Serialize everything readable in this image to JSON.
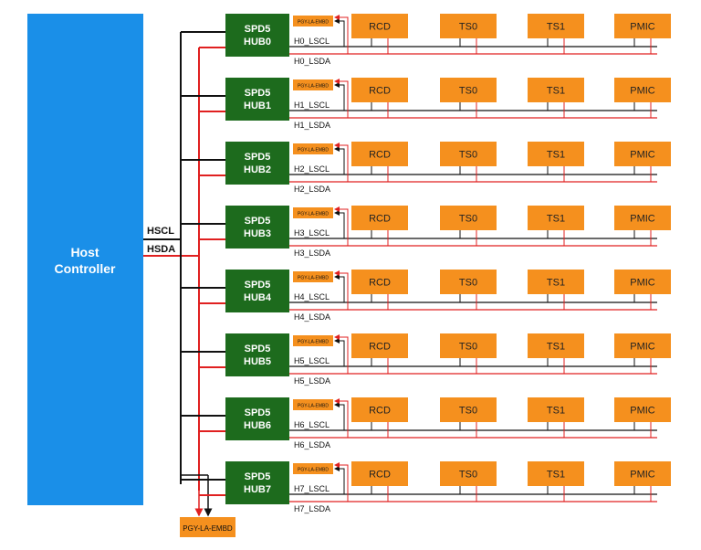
{
  "host": {
    "line1": "Host",
    "line2": "Controller"
  },
  "bus": {
    "scl_label": "HSCL",
    "sda_label": "HSDA"
  },
  "hubs": [
    {
      "line1": "SPD5",
      "line2": "HUB0",
      "lscl": "H0_LSCL",
      "lsda": "H0_LSDA"
    },
    {
      "line1": "SPD5",
      "line2": "HUB1",
      "lscl": "H1_LSCL",
      "lsda": "H1_LSDA"
    },
    {
      "line1": "SPD5",
      "line2": "HUB2",
      "lscl": "H2_LSCL",
      "lsda": "H2_LSDA"
    },
    {
      "line1": "SPD5",
      "line2": "HUB3",
      "lscl": "H3_LSCL",
      "lsda": "H3_LSDA"
    },
    {
      "line1": "SPD5",
      "line2": "HUB4",
      "lscl": "H4_LSCL",
      "lsda": "H4_LSDA"
    },
    {
      "line1": "SPD5",
      "line2": "HUB5",
      "lscl": "H5_LSCL",
      "lsda": "H5_LSDA"
    },
    {
      "line1": "SPD5",
      "line2": "HUB6",
      "lscl": "H6_LSCL",
      "lsda": "H6_LSDA"
    },
    {
      "line1": "SPD5",
      "line2": "HUB7",
      "lscl": "H7_LSCL",
      "lsda": "H7_LSDA"
    }
  ],
  "local_analyzer_label": "PGY-LA-EMBD",
  "host_analyzer_label": "PGY-LA-EMBD",
  "devices": [
    "RCD",
    "TS0",
    "TS1",
    "PMIC"
  ],
  "colors": {
    "host": "#1a8fe8",
    "hub": "#1d6b1d",
    "device": "#f5901e",
    "scl_line": "#111111",
    "sda_line": "#e02020"
  }
}
